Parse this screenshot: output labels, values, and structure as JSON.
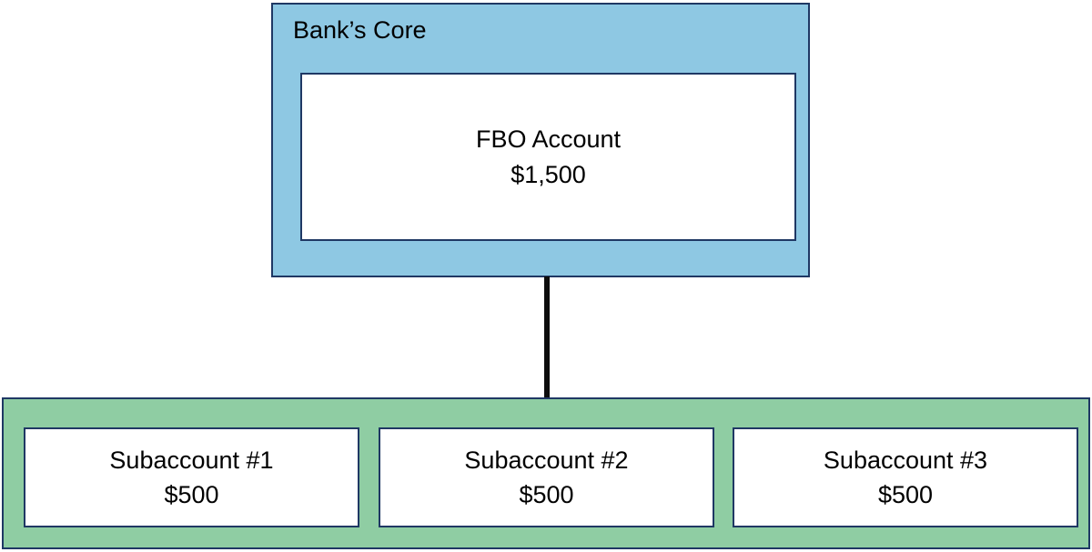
{
  "diagram": {
    "colors": {
      "core_fill": "#8EC8E3",
      "subaccounts_fill": "#8FCDA3",
      "border": "#1F3864",
      "account_fill": "#FFFFFF",
      "connector": "#0D0D0D",
      "text": "#000000",
      "background": "#FFFFFF"
    },
    "core": {
      "title": "Bank’s Core",
      "account": {
        "name": "FBO Account",
        "amount": "$1,500"
      }
    },
    "connector": {
      "label": ""
    },
    "subaccounts_group": {
      "items": [
        {
          "name": "Subaccount #1",
          "amount": "$500"
        },
        {
          "name": "Subaccount #2",
          "amount": "$500"
        },
        {
          "name": "Subaccount #3",
          "amount": "$500"
        }
      ]
    }
  }
}
